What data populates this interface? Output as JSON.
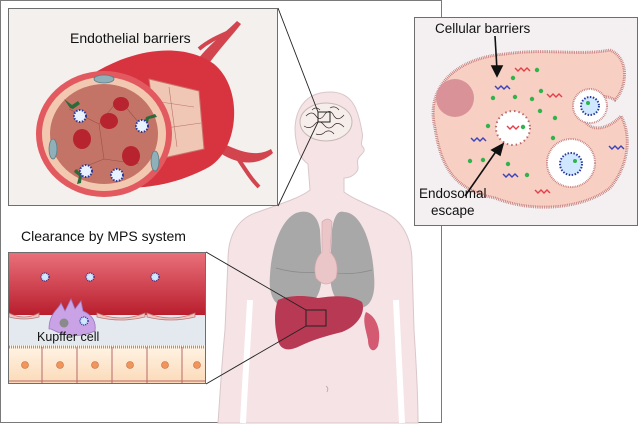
{
  "figure": {
    "panels": {
      "endothelial": {
        "title": "Endothelial barriers"
      },
      "cellular": {
        "title": "Cellular barriers",
        "annotation": [
          "Endosomal",
          "escape"
        ]
      },
      "mps": {
        "title": "Clearance by MPS system",
        "cell_label": "Kupffer cell"
      }
    },
    "colors": {
      "vessel_red": "#d8323c",
      "vessel_dark": "#a8121f",
      "lumen": "#c8746a",
      "cell_pink": "#f7cfc6",
      "membrane": "#b86a6a",
      "lung_gray": "#a9a9a9",
      "liver": "#b93a55",
      "body_pink": "#f5e3e6",
      "nanoparticle_blue": "#2a3a9a",
      "cargo_green": "#2fb34a",
      "kupffer_purple": "#c9a3e6"
    }
  }
}
